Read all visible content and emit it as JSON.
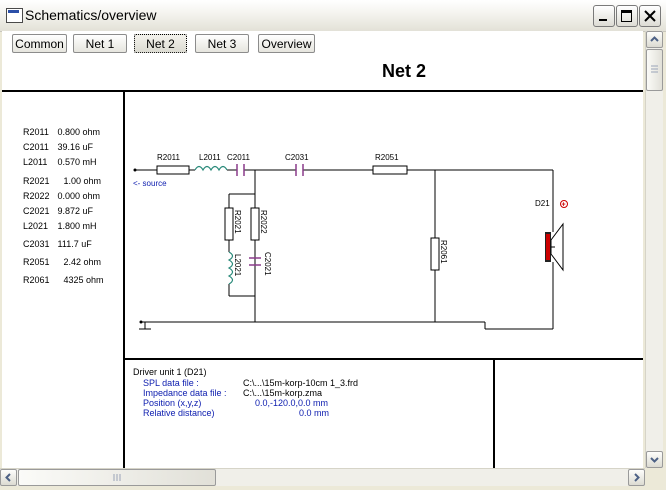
{
  "window": {
    "title": "Schematics/overview",
    "icon": "app-icon"
  },
  "toolbar": {
    "buttons": [
      {
        "label": "Common"
      },
      {
        "label": "Net 1"
      },
      {
        "label": "Net 2"
      },
      {
        "label": "Net 3"
      },
      {
        "label": "Overview"
      }
    ],
    "active": "Net 2"
  },
  "net_title": "Net 2",
  "values": [
    {
      "name": "R2011",
      "value": "0.800 ohm"
    },
    {
      "name": "C2011",
      "value": "39.16 uF"
    },
    {
      "name": "L2011",
      "value": "0.570 mH"
    },
    {
      "name": "R2021",
      "value": "1.00 ohm"
    },
    {
      "name": "R2022",
      "value": "0.000 ohm"
    },
    {
      "name": "C2021",
      "value": "9.872 uF"
    },
    {
      "name": "L2021",
      "value": "1.800 mH"
    },
    {
      "name": "C2031",
      "value": "111.7 uF"
    },
    {
      "name": "R2051",
      "value": "2.42 ohm"
    },
    {
      "name": "R2061",
      "value": "4325 ohm"
    }
  ],
  "schematic": {
    "labels": {
      "R2011": "R2011",
      "L2011": "L2011",
      "C2011": "C2011",
      "C2031": "C2031",
      "R2051": "R2051",
      "R2021": "R2021",
      "R2022": "R2022",
      "L2021": "L2021",
      "C2021": "C2021",
      "R2061": "R2061",
      "D21": "D21"
    },
    "source_label": "<- source",
    "polarity": "+"
  },
  "driver": {
    "title": "Driver unit 1 (D21)",
    "rows": [
      {
        "label": "SPL data file :",
        "value": "C:\\...\\15m-korp-10cm 1_3.frd"
      },
      {
        "label": "Impedance data file :",
        "value": "C:\\...\\15m-korp.zma"
      },
      {
        "label": "Position (x,y,z)",
        "value": "0.0,-120.0,0.0 mm"
      },
      {
        "label": "Relative distance)",
        "value": "0.0 mm"
      }
    ]
  },
  "colors": {
    "label_blue": "#1020b0",
    "inductor": "#2a8a7a",
    "capacitor": "#8a3a8a",
    "driver_red": "#cc0000"
  }
}
